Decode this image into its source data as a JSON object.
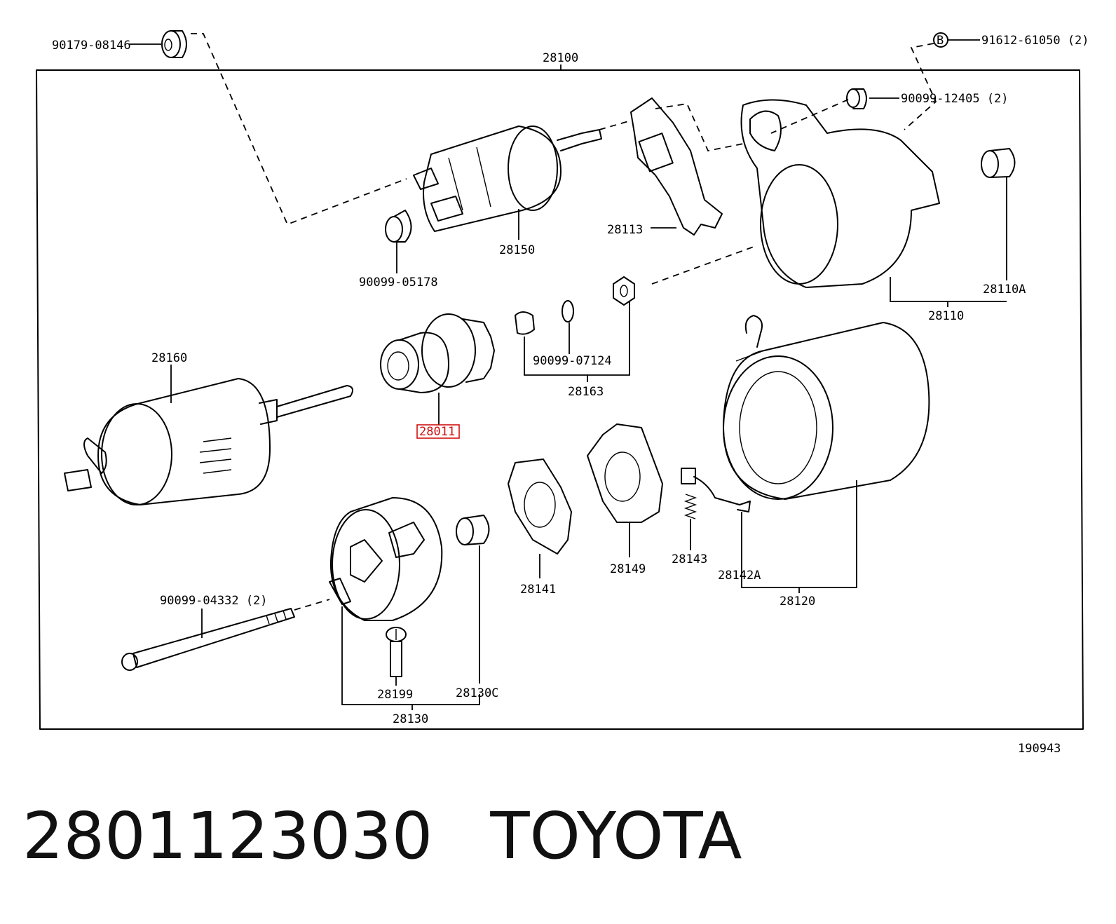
{
  "diagram": {
    "sheet_number": "190943",
    "highlighted_part": "28011",
    "highlight_color": "#d01010",
    "part_labels": {
      "p28100": "28100",
      "p90179": "90179-08146",
      "p91612": "91612-61050 (2)",
      "pB": "B",
      "p90099_12405": "90099-12405 (2)",
      "p28150": "28150",
      "p90099_05178": "90099-05178",
      "p28113": "28113",
      "p28110A": "28110A",
      "p28110": "28110",
      "p28160": "28160",
      "p28011": "28011",
      "p90099_07124": "90099-07124",
      "p28163": "28163",
      "p28141": "28141",
      "p28149": "28149",
      "p28143": "28143",
      "p28142A": "28142A",
      "p28120": "28120",
      "p90099_04332": "90099-04332 (2)",
      "p28199": "28199",
      "p28130C": "28130C",
      "p28130": "28130"
    }
  },
  "caption": {
    "part_number": "2801123030",
    "brand": "TOYOTA"
  }
}
